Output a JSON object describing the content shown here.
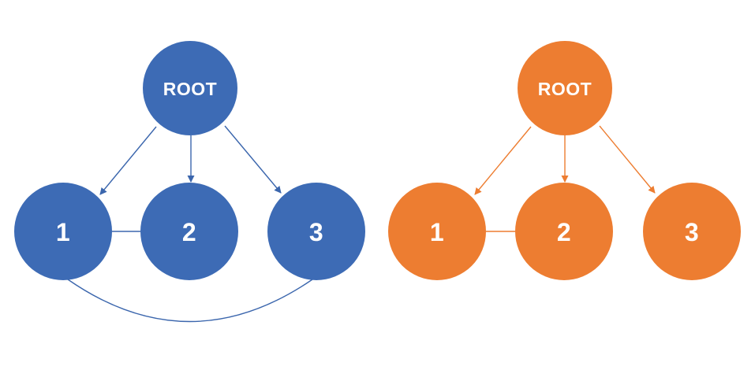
{
  "canvas": {
    "background": "#FFFFFF"
  },
  "diagrams": [
    {
      "name": "blue-tree",
      "node_fill": "#3D6BB5",
      "line_color": "#3B66AD",
      "label_color": "#FFFFFF",
      "nodes": [
        {
          "id": "root",
          "label": "ROOT"
        },
        {
          "id": "1",
          "label": "1"
        },
        {
          "id": "2",
          "label": "2"
        },
        {
          "id": "3",
          "label": "3"
        }
      ],
      "edges": [
        {
          "from": "root",
          "to": "1",
          "type": "arrow"
        },
        {
          "from": "root",
          "to": "2",
          "type": "arrow"
        },
        {
          "from": "root",
          "to": "3",
          "type": "arrow"
        },
        {
          "from": "1",
          "to": "2",
          "type": "line"
        },
        {
          "from": "1",
          "to": "3",
          "type": "curve-below"
        }
      ]
    },
    {
      "name": "orange-tree",
      "node_fill": "#ED7D31",
      "line_color": "#ED7D31",
      "label_color": "#FFFFFF",
      "nodes": [
        {
          "id": "root",
          "label": "ROOT"
        },
        {
          "id": "1",
          "label": "1"
        },
        {
          "id": "2",
          "label": "2"
        },
        {
          "id": "3",
          "label": "3"
        }
      ],
      "edges": [
        {
          "from": "root",
          "to": "1",
          "type": "arrow"
        },
        {
          "from": "root",
          "to": "2",
          "type": "arrow"
        },
        {
          "from": "root",
          "to": "3",
          "type": "arrow"
        },
        {
          "from": "1",
          "to": "2",
          "type": "line"
        }
      ]
    }
  ]
}
